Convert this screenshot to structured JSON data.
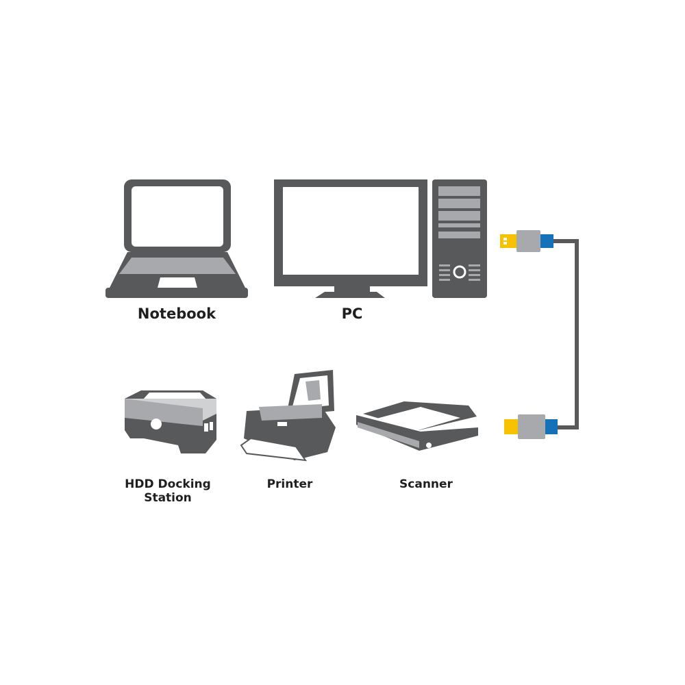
{
  "devices": {
    "notebook": "Notebook",
    "pc": "PC",
    "hdd_line1": "HDD Docking",
    "hdd_line2": "Station",
    "printer": "Printer",
    "scanner": "Scanner"
  },
  "colors": {
    "device_dark": "#58595b",
    "device_light": "#a7a9ac",
    "usb_yellow": "#f6c200",
    "usb_blue": "#1672b8",
    "connector_gray": "#a7a9ac",
    "cable": "#58595b"
  },
  "icons": [
    "laptop-icon",
    "monitor-icon",
    "pc-tower-icon",
    "hdd-dock-icon",
    "printer-icon",
    "scanner-icon",
    "usb-cable-icon"
  ]
}
